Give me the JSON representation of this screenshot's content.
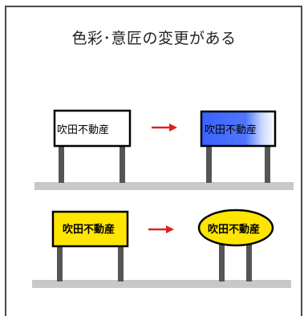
{
  "title": "色彩･意匠の変更がある",
  "top_row": {
    "before_sign_text": "吹田不動産",
    "after_sign_text": "吹田不動産"
  },
  "bottom_row": {
    "before_sign_text": "吹田不動産",
    "after_sign_text": "吹田不動産"
  },
  "colors": {
    "arrow": "#e02020",
    "ground": "#c8c8c8",
    "pole": "#555555",
    "blue": "#3a63ff",
    "yellow": "#ffe600"
  }
}
